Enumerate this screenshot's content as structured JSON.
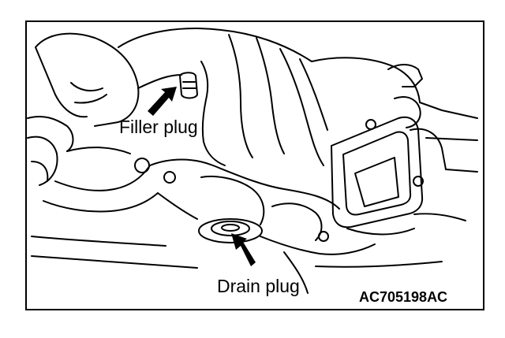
{
  "labels": {
    "filler": "Filler plug",
    "drain": "Drain plug"
  },
  "figure_code": "AC705198AC",
  "colors": {
    "line": "#000000",
    "background": "#ffffff"
  }
}
